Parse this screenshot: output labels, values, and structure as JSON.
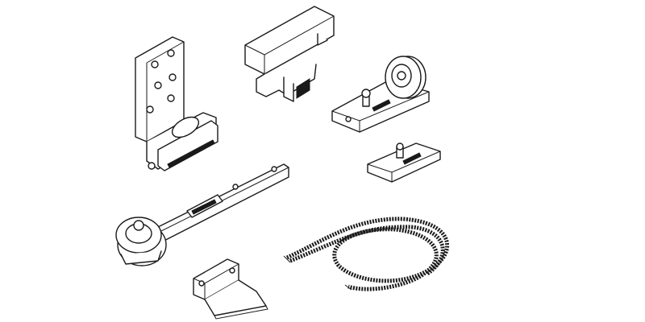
{
  "illustration": {
    "parts": [
      {
        "name": "wall-mount-bracket"
      },
      {
        "name": "carriage-block"
      },
      {
        "name": "pulley-tensioner"
      },
      {
        "name": "belt-clamp"
      },
      {
        "name": "pulley-arm"
      },
      {
        "name": "door-bracket"
      },
      {
        "name": "toothed-belt"
      }
    ],
    "colors": {
      "line": "#1a1a1a",
      "background": "#ffffff"
    }
  }
}
